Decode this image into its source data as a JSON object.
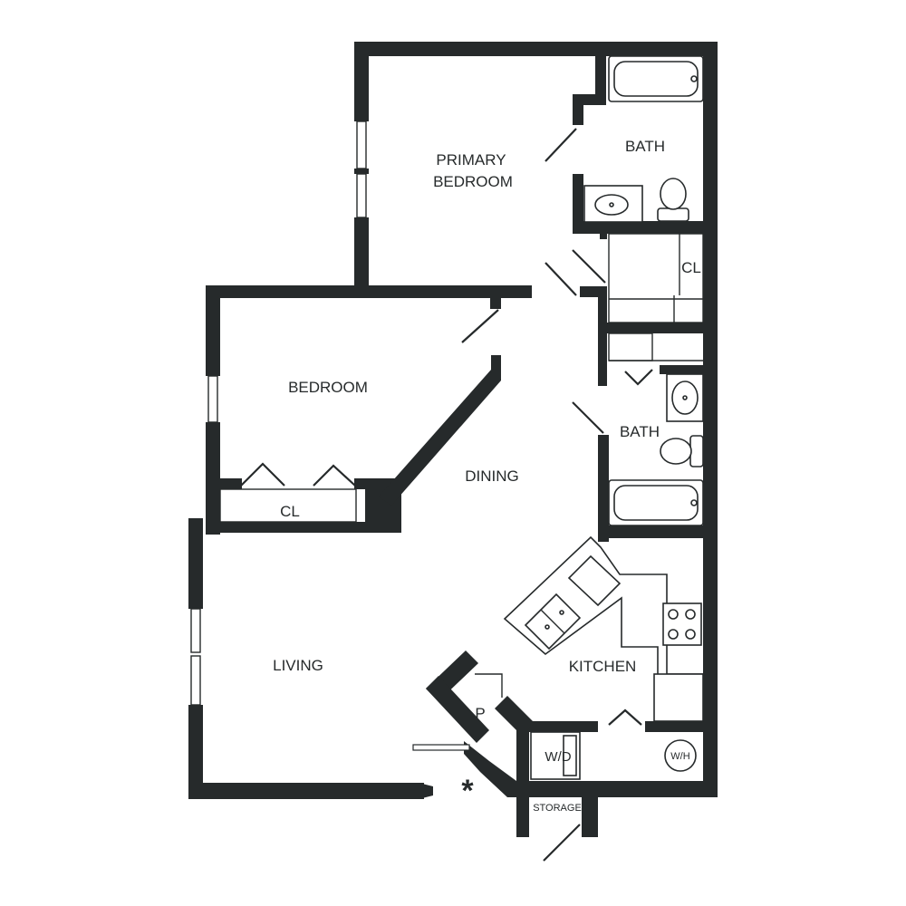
{
  "rooms": {
    "primary_bedroom_line1": "PRIMARY",
    "primary_bedroom_line2": "BEDROOM",
    "bath_primary": "BATH",
    "closet_primary": "CL",
    "bedroom": "BEDROOM",
    "closet_bedroom": "CL",
    "bath_hall": "BATH",
    "dining": "DINING",
    "living": "LIVING",
    "kitchen": "KITCHEN",
    "pantry": "P",
    "washer_dryer": "W/D",
    "water_heater": "W/H",
    "storage": "STORAGE",
    "entry_mark": "*"
  },
  "colors": {
    "wall": "#262a2b",
    "background": "#ffffff"
  }
}
